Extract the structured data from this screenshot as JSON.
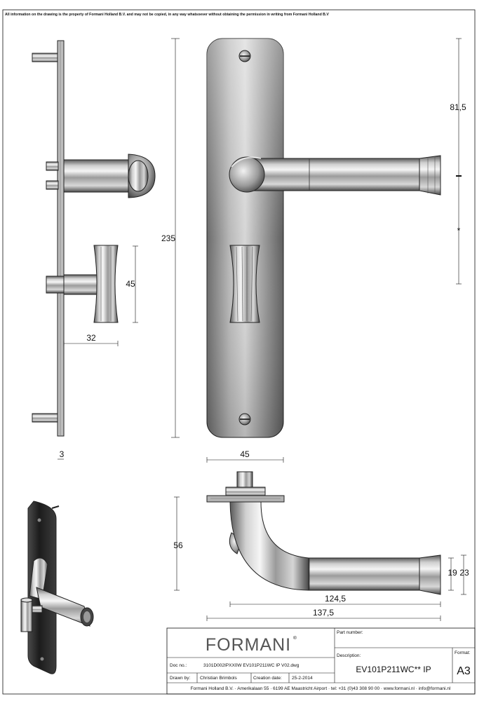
{
  "notice": "All information on the drawing is the property of Formani Holland B.V. and may not be copied, in any way whatsoever without obtaining the permission in writing from Formani Holland B.V",
  "dimensions": {
    "plate_height": "235",
    "plate_width": "45",
    "thickness": "3",
    "knob_height": "45",
    "knob_projection": "32",
    "handle_upper": "81,5",
    "handle_lower": "*",
    "handle_projection": "56",
    "handle_length_inner": "124,5",
    "handle_length_outer": "137,5",
    "grip_diameter_small": "19",
    "grip_diameter_large": "23"
  },
  "title_block": {
    "logo": "FORMANI",
    "registered_mark": "®",
    "part_number_label": "Part number:",
    "description_label": "Description:",
    "description_value": "EV101P211WC** IP",
    "format_label": "Format:",
    "format_value": "A3",
    "doc_no_label": "Doc no.:",
    "doc_no_value": "3101D002IPXX0W EV101P211WC IP V02.dwg",
    "drawn_by_label": "Drawn by:",
    "drawn_by_value": "Christian Brimbols",
    "creation_date_label": "Creation date:",
    "creation_date_value": "25-2-2014",
    "footer": "Formani Holland B.V. · Amerikalaan 55 · 6199 AE Maastricht Airport · tel: +31 (0)43 308 90 00 · www.formani.nl · info@formani.nl"
  }
}
